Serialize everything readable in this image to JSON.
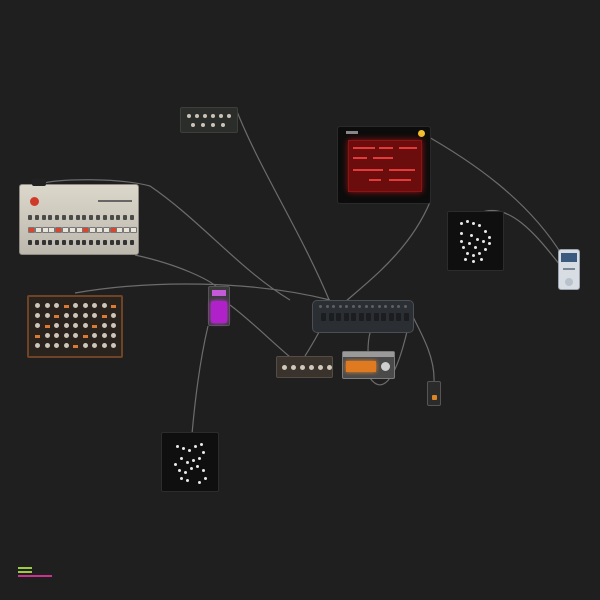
{
  "app": {
    "title": ""
  },
  "devices": [
    {
      "id": "mixer-top"
    },
    {
      "id": "drum-machine"
    },
    {
      "id": "red-rack"
    },
    {
      "id": "sequencer"
    },
    {
      "id": "purple-pedal"
    },
    {
      "id": "hub"
    },
    {
      "id": "module-knobs"
    },
    {
      "id": "module-display"
    },
    {
      "id": "switch"
    },
    {
      "id": "led-grid-1"
    },
    {
      "id": "led-grid-2"
    },
    {
      "id": "blue-pedal"
    }
  ],
  "colors": {
    "background": "#1f1f1f",
    "cable": "#7a7a7a",
    "rack_glow": "#a01111",
    "pedal_glow": "#b021c9",
    "module_display": "#e07a20",
    "logo_green": "#9ccc3a",
    "logo_magenta": "#c8338f"
  },
  "icons": {
    "logo": "logo-icon",
    "rack_badge": "yellow-badge-icon"
  }
}
